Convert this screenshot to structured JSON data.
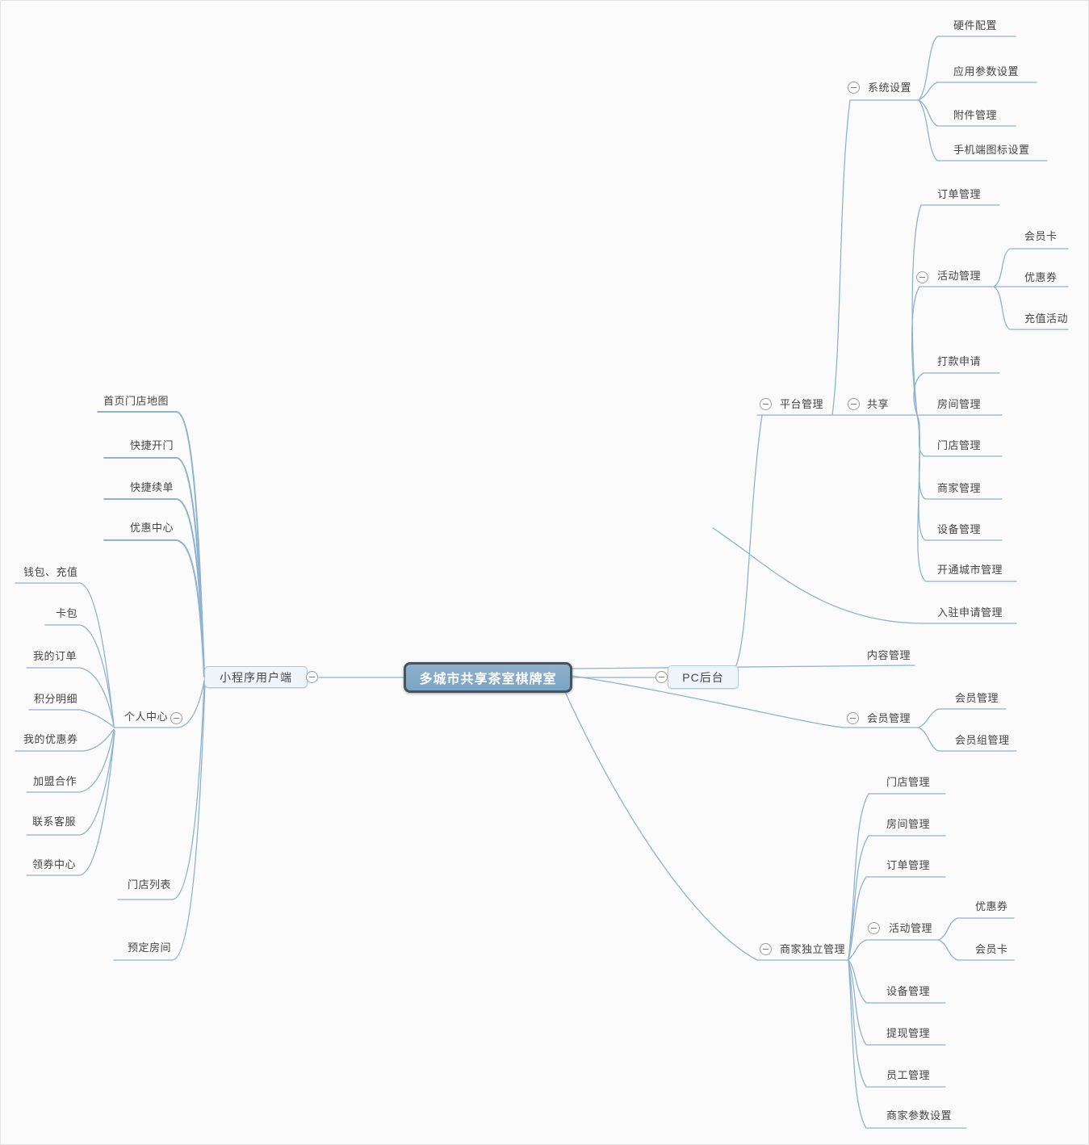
{
  "colors": {
    "line": "#8fb3d0",
    "root_fill": "#7aa4c4",
    "root_border": "#47545e",
    "node_fill": "#f0f5fa",
    "node_border": "#a9c7dd",
    "text": "#454545"
  },
  "map": {
    "root": {
      "label": "多城市共享茶室棋牌室"
    },
    "mini_program": {
      "label": "小程序用户端",
      "children": {
        "home_store_map": {
          "label": "首页门店地图"
        },
        "quick_open_door": {
          "label": "快捷开门"
        },
        "quick_renew_order": {
          "label": "快捷续单"
        },
        "discount_center": {
          "label": "优惠中心"
        },
        "personal_center": {
          "label": "个人中心",
          "children": {
            "wallet_recharge": {
              "label": "钱包、充值"
            },
            "card_pack": {
              "label": "卡包"
            },
            "my_orders": {
              "label": "我的订单"
            },
            "points_detail": {
              "label": "积分明细"
            },
            "my_coupons": {
              "label": "我的优惠券"
            },
            "franchise_cooperation": {
              "label": "加盟合作"
            },
            "contact_service": {
              "label": "联系客服"
            },
            "coupon_center": {
              "label": "领券中心"
            }
          }
        },
        "store_list": {
          "label": "门店列表"
        },
        "reserve_room": {
          "label": "预定房间"
        }
      }
    },
    "pc_backend": {
      "label": "PC后台",
      "children": {
        "platform_mgmt": {
          "label": "平台管理",
          "children": {
            "system_settings": {
              "label": "系统设置",
              "children": {
                "hardware_config": {
                  "label": "硬件配置"
                },
                "app_param_settings": {
                  "label": "应用参数设置"
                },
                "attachment_mgmt": {
                  "label": "附件管理"
                },
                "mobile_icon_settings": {
                  "label": "手机端图标设置"
                }
              }
            },
            "shared": {
              "label": "共享",
              "children": {
                "order_mgmt": {
                  "label": "订单管理"
                },
                "activity_mgmt": {
                  "label": "活动管理",
                  "children": {
                    "member_card": {
                      "label": "会员卡"
                    },
                    "coupon": {
                      "label": "优惠券"
                    },
                    "recharge_activity": {
                      "label": "充值活动"
                    }
                  }
                },
                "payment_request": {
                  "label": "打款申请"
                },
                "room_mgmt": {
                  "label": "房间管理"
                },
                "store_mgmt": {
                  "label": "门店管理"
                },
                "merchant_mgmt": {
                  "label": "商家管理"
                },
                "device_mgmt": {
                  "label": "设备管理"
                },
                "city_opening_mgmt": {
                  "label": "开通城市管理"
                },
                "entry_application_mgmt": {
                  "label": "入驻申请管理"
                }
              }
            },
            "content_mgmt": {
              "label": "内容管理"
            },
            "member_mgmt": {
              "label": "会员管理",
              "children": {
                "member_mgmt_sub": {
                  "label": "会员管理"
                },
                "member_group_mgmt": {
                  "label": "会员组管理"
                }
              }
            }
          }
        },
        "merchant_independent_mgmt": {
          "label": "商家独立管理",
          "children": {
            "store_mgmt": {
              "label": "门店管理"
            },
            "room_mgmt": {
              "label": "房间管理"
            },
            "order_mgmt": {
              "label": "订单管理"
            },
            "activity_mgmt": {
              "label": "活动管理",
              "children": {
                "coupon": {
                  "label": "优惠券"
                },
                "member_card": {
                  "label": "会员卡"
                }
              }
            },
            "device_mgmt": {
              "label": "设备管理"
            },
            "withdraw_mgmt": {
              "label": "提现管理"
            },
            "staff_mgmt": {
              "label": "员工管理"
            },
            "merchant_param_settings": {
              "label": "商家参数设置"
            }
          }
        }
      }
    }
  }
}
